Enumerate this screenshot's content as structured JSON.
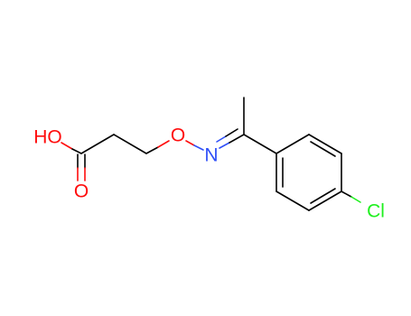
{
  "colors": {
    "background": "#ffffff",
    "bond": "#000000",
    "oxygen": "#ff0d0d",
    "nitrogen": "#3050f8",
    "chlorine": "#1ff01f"
  },
  "atoms": {
    "hydroxyl": "HO",
    "carbonyl_oxygen": "O",
    "ether_oxygen": "O",
    "imine_nitrogen": "N",
    "chlorine": "Cl"
  }
}
